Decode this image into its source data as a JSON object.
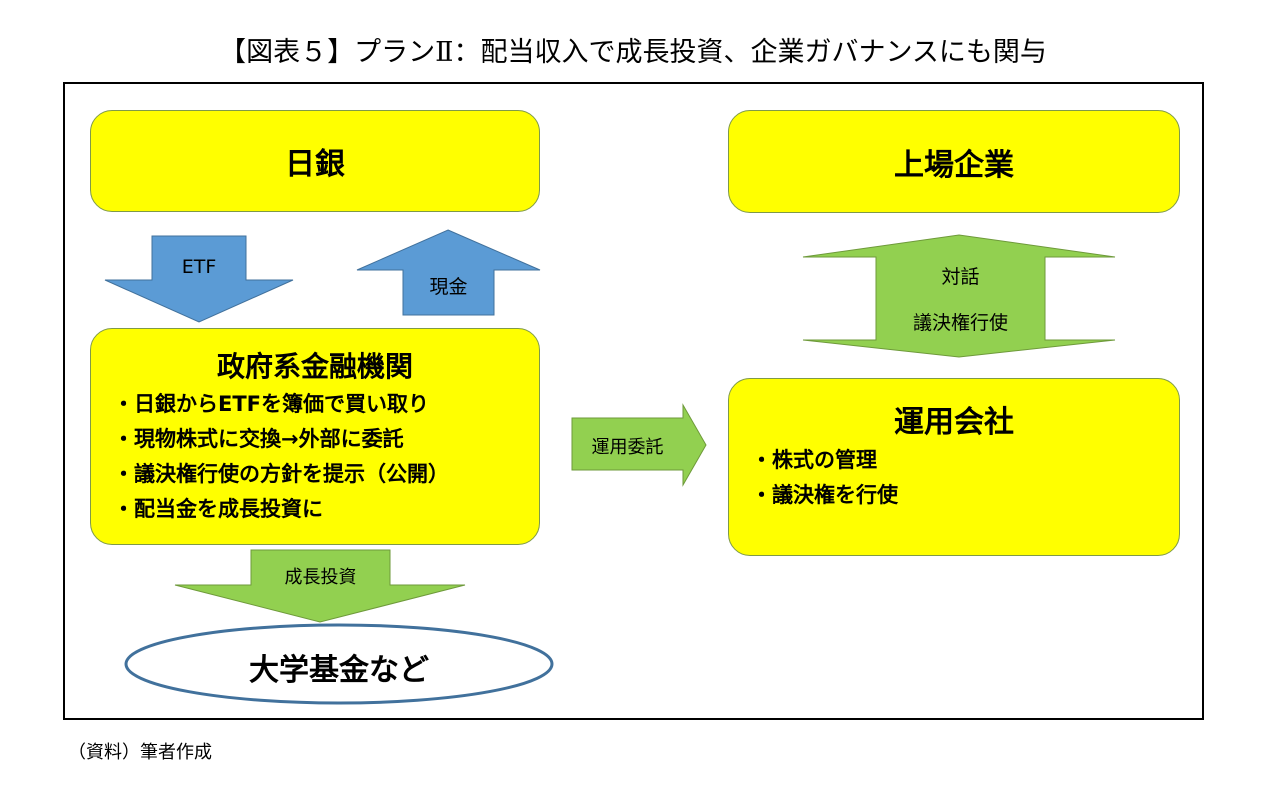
{
  "title": "【図表５】プランⅡ：配当収入で成長投資、企業ガバナンスにも関与",
  "boxes": {
    "boj": "日銀",
    "listed": "上場企業",
    "gov": {
      "title": "政府系金融機関",
      "items": [
        "・日銀からETFを簿価で買い取り",
        "・現物株式に交換→外部に委託",
        "・議決権行使の方針を提示（公開）",
        "・配当金を成長投資に"
      ]
    },
    "asset": {
      "title": "運用会社",
      "items": [
        "・株式の管理",
        "・議決権を行使"
      ]
    },
    "univ": "大学基金など"
  },
  "arrows": {
    "etf": "ETF",
    "cash": "現金",
    "dialogue": "対話",
    "voting": "議決権行使",
    "delegation": "運用委託",
    "growth": "成長投資"
  },
  "colors": {
    "yellow": "#FFFF00",
    "blue": "#5B9BD5",
    "green": "#92D050",
    "ellipse": "#41719C"
  },
  "footnote": "（資料）筆者作成"
}
